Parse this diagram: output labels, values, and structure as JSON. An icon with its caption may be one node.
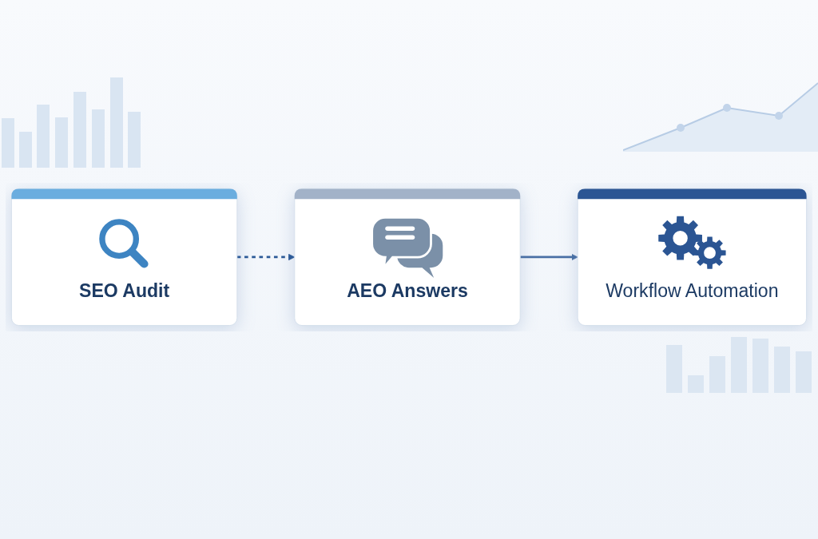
{
  "diagram": {
    "nodes": [
      {
        "text": [
          "SEO Audit"
        ]
      },
      {
        "text": [
          "AEO Answers"
        ]
      },
      {
        "text": [
          "Workflow Automation"
        ]
      }
    ],
    "edges": [
      {
        "from": 0,
        "to": 1,
        "arrow": "to",
        "style": "dashed",
        "color": "#2c5a97"
      },
      {
        "from": 1,
        "to": 2,
        "arrow": "to",
        "color": "#4a70a5"
      }
    ]
  }
}
